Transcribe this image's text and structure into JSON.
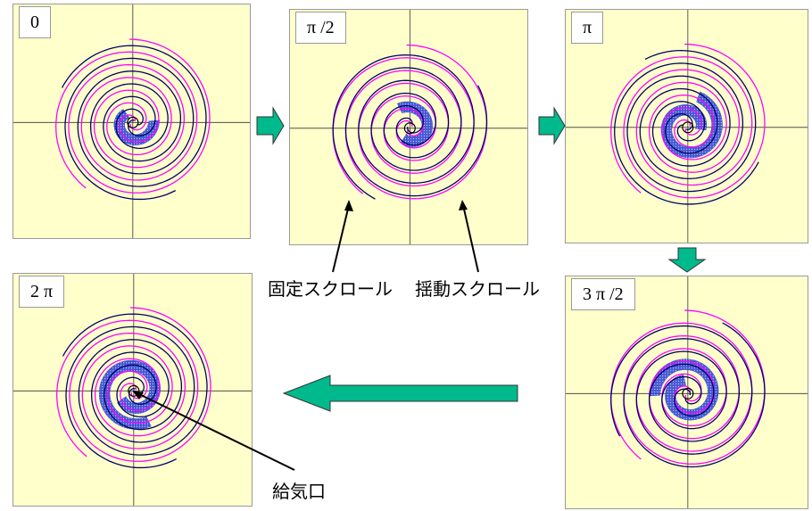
{
  "panels": [
    {
      "id": "p0",
      "label": "0",
      "phase_deg": 0
    },
    {
      "id": "p90",
      "label": "π /2",
      "phase_deg": 90
    },
    {
      "id": "p180",
      "label": "π",
      "phase_deg": 180
    },
    {
      "id": "p360",
      "label": "2 π",
      "phase_deg": 360
    },
    {
      "id": "p270",
      "label": "3 π /2",
      "phase_deg": 270
    }
  ],
  "annotations": {
    "fixed_scroll": "固定スクロール",
    "orbiting_scroll": "揺動スクロール",
    "suction_port": "給気口"
  },
  "colors": {
    "fixed_scroll": "#ff00ff",
    "orbiting_scroll": "#000066",
    "chamber_fill": "#3b4fd4",
    "arrow_fill": "#00b98c",
    "panel_bg": "#ffffcc"
  }
}
